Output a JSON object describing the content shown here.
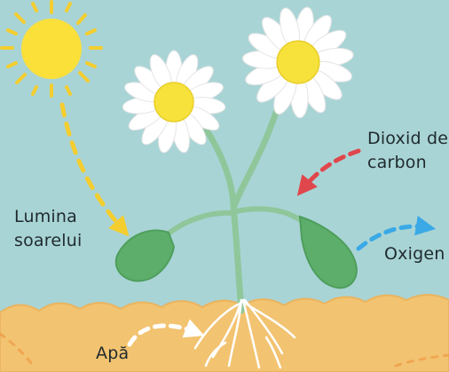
{
  "labels": {
    "sunlight": [
      "Lumina",
      "soarelui"
    ],
    "carbon_dioxide": [
      "Dioxid de",
      "carbon"
    ],
    "oxygen": "Oxigen",
    "water": "Apă"
  },
  "colors": {
    "sky": "#a9d4d6",
    "soil": "#f2c370",
    "soil_edge": "#eab45f",
    "sun": "#fbe03a",
    "sun_rays": "#f4cd2e",
    "petal": "#ffffff",
    "flower_center": "#f7e23b",
    "stem": "#8fc79b",
    "leaf": "#5cae6a",
    "arrow_sunlight": "#f4cd2e",
    "arrow_carbon_dioxide": "#e0474c",
    "arrow_oxygen": "#3aa9e6",
    "arrow_water": "#ffffff",
    "label_text": "#1f2a2d"
  }
}
